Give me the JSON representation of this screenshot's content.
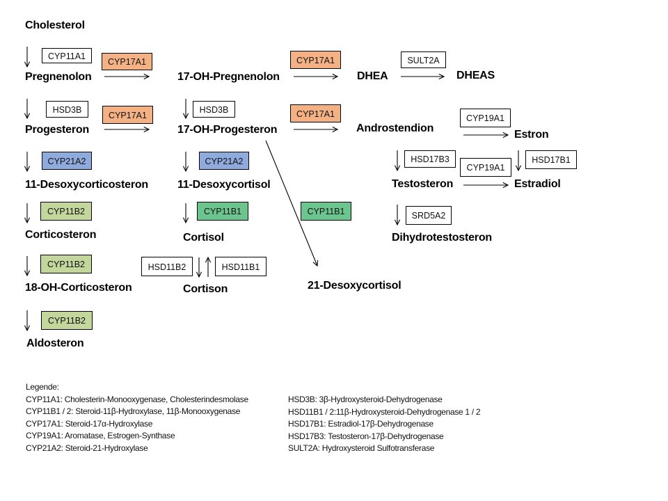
{
  "colors": {
    "orange": "#f4b183",
    "blue": "#8faadc",
    "olive": "#c3d69b",
    "green": "#6cc58e",
    "white": "#ffffff"
  },
  "nodes": {
    "cholesterol": "Cholesterol",
    "pregnenolon": "Pregnenolon",
    "oh17_pregnenolon": "17-OH-Pregnenolon",
    "dhea": "DHEA",
    "dheas": "DHEAS",
    "progesteron": "Progesteron",
    "oh17_progesteron": "17-OH-Progesteron",
    "androstendion": "Androstendion",
    "estron": "Estron",
    "desoxycorticosteron": "11-Desoxycorticosteron",
    "desoxycortisol": "11-Desoxycortisol",
    "testosteron": "Testosteron",
    "estradiol": "Estradiol",
    "corticosteron": "Corticosteron",
    "cortisol": "Cortisol",
    "dihydrotestosteron": "Dihydrotestosteron",
    "oh18_corticosteron": "18-OH-Corticosteron",
    "cortison": "Cortison",
    "desoxycortisol21": "21-Desoxycortisol",
    "aldosteron": "Aldosteron"
  },
  "enzymes": {
    "cyp11a1": "CYP11A1",
    "cyp17a1_1": "CYP17A1",
    "cyp17a1_2": "CYP17A1",
    "sult2a": "SULT2A",
    "hsd3b_1": "HSD3B",
    "cyp17a1_3": "CYP17A1",
    "hsd3b_2": "HSD3B",
    "cyp17a1_4": "CYP17A1",
    "cyp19a1_1": "CYP19A1",
    "cyp21a2_1": "CYP21A2",
    "cyp21a2_2": "CYP21A2",
    "hsd17b3": "HSD17B3",
    "cyp19a1_2": "CYP19A1",
    "hsd17b1": "HSD17B1",
    "cyp11b2_1": "CYP11B2",
    "cyp11b1_1": "CYP11B1",
    "cyp11b1_2": "CYP11B1",
    "srd5a2": "SRD5A2",
    "cyp11b2_2": "CYP11B2",
    "hsd11b2": "HSD11B2",
    "hsd11b1": "HSD11B1",
    "cyp11b2_3": "CYP11B2"
  },
  "legend": {
    "title": "Legende:",
    "left": [
      "CYP11A1: Cholesterin-Monooxygenase, Cholesterindesmolase",
      "CYP11B1 / 2: Steroid-11β-Hydroxylase, 11β-Monooxygenase",
      "CYP17A1: Steroid-17α-Hydroxylase",
      "CYP19A1: Aromatase, Estrogen-Synthase",
      "CYP21A2: Steroid-21-Hydroxylase"
    ],
    "right": [
      "HSD3B: 3β-Hydroxysteroid-Dehydrogenase",
      "HSD11B1 / 2:11β-Hydroxysteroid-Dehydrogenase 1 / 2",
      "HSD17B1: Estradiol-17β-Dehydrogenase",
      "HSD17B3: Testosteron-17β-Dehydrogenase",
      "SULT2A: Hydroxysteroid Sulfotransferase"
    ]
  }
}
